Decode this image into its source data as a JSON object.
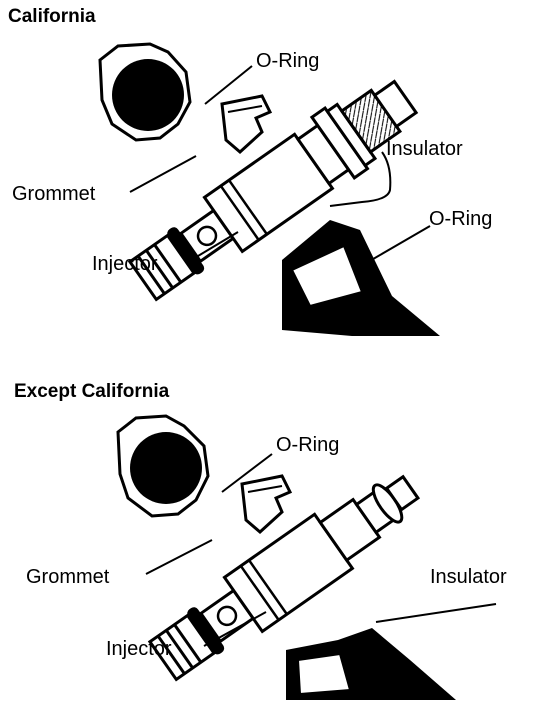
{
  "panels": [
    {
      "title": "California",
      "labels": {
        "oring_top": "O-Ring",
        "grommet": "Grommet",
        "insulator": "Insulator",
        "oring_bottom": "O-Ring",
        "injector": "Injector"
      }
    },
    {
      "title": "Except California",
      "labels": {
        "oring_top": "O-Ring",
        "grommet": "Grommet",
        "insulator": "Insulator",
        "injector": "Injector"
      }
    }
  ],
  "colors": {
    "ink": "#000000",
    "paper": "#ffffff"
  }
}
